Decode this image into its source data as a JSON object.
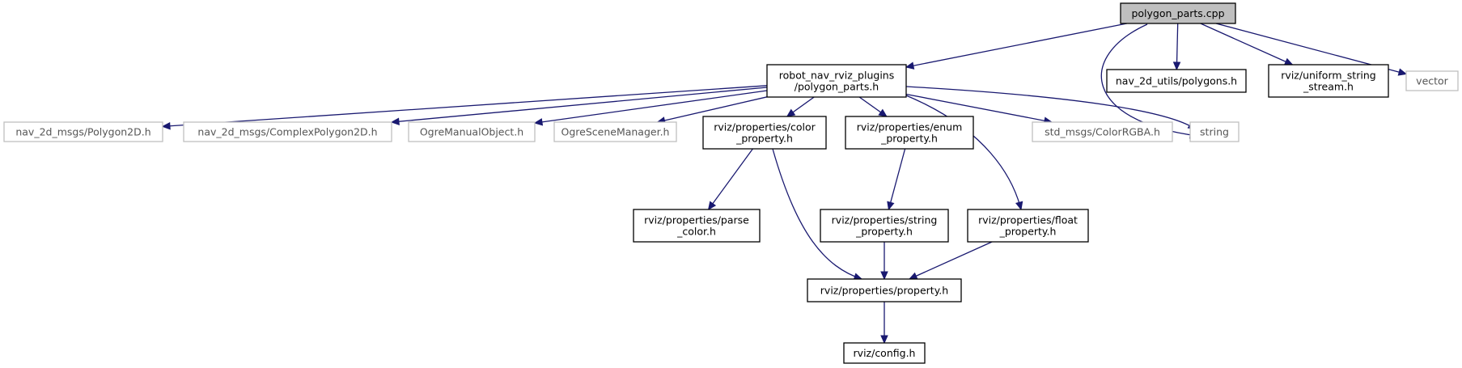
{
  "nodes": [
    {
      "id": "root",
      "lines": [
        "polygon_parts.cpp"
      ],
      "style": "root"
    },
    {
      "id": "plugins",
      "lines": [
        "robot_nav_rviz_plugins",
        "/polygon_parts.h"
      ],
      "style": "normal"
    },
    {
      "id": "polygons",
      "lines": [
        "nav_2d_utils/polygons.h"
      ],
      "style": "normal"
    },
    {
      "id": "uniform",
      "lines": [
        "rviz/uniform_string",
        "_stream.h"
      ],
      "style": "normal"
    },
    {
      "id": "vector",
      "lines": [
        "vector"
      ],
      "style": "external"
    },
    {
      "id": "polygon2d",
      "lines": [
        "nav_2d_msgs/Polygon2D.h"
      ],
      "style": "external"
    },
    {
      "id": "complexpoly",
      "lines": [
        "nav_2d_msgs/ComplexPolygon2D.h"
      ],
      "style": "external"
    },
    {
      "id": "ogremanual",
      "lines": [
        "OgreManualObject.h"
      ],
      "style": "external"
    },
    {
      "id": "ogrescene",
      "lines": [
        "OgreSceneManager.h"
      ],
      "style": "external"
    },
    {
      "id": "colorprop",
      "lines": [
        "rviz/properties/color",
        "_property.h"
      ],
      "style": "normal"
    },
    {
      "id": "enumprop",
      "lines": [
        "rviz/properties/enum",
        "_property.h"
      ],
      "style": "normal"
    },
    {
      "id": "colorrgba",
      "lines": [
        "std_msgs/ColorRGBA.h"
      ],
      "style": "external"
    },
    {
      "id": "string",
      "lines": [
        "string"
      ],
      "style": "external"
    },
    {
      "id": "parsecolor",
      "lines": [
        "rviz/properties/parse",
        "_color.h"
      ],
      "style": "normal"
    },
    {
      "id": "stringprop",
      "lines": [
        "rviz/properties/string",
        "_property.h"
      ],
      "style": "normal"
    },
    {
      "id": "floatprop",
      "lines": [
        "rviz/properties/float",
        "_property.h"
      ],
      "style": "normal"
    },
    {
      "id": "property",
      "lines": [
        "rviz/properties/property.h"
      ],
      "style": "normal"
    },
    {
      "id": "config",
      "lines": [
        "rviz/config.h"
      ],
      "style": "normal"
    }
  ],
  "edges": [
    {
      "from": "root",
      "to": "plugins"
    },
    {
      "from": "root",
      "to": "string"
    },
    {
      "from": "root",
      "to": "polygons"
    },
    {
      "from": "root",
      "to": "uniform"
    },
    {
      "from": "root",
      "to": "vector"
    },
    {
      "from": "plugins",
      "to": "polygon2d"
    },
    {
      "from": "plugins",
      "to": "complexpoly"
    },
    {
      "from": "plugins",
      "to": "ogremanual"
    },
    {
      "from": "plugins",
      "to": "ogrescene"
    },
    {
      "from": "plugins",
      "to": "colorprop"
    },
    {
      "from": "plugins",
      "to": "enumprop"
    },
    {
      "from": "plugins",
      "to": "floatprop"
    },
    {
      "from": "plugins",
      "to": "colorrgba"
    },
    {
      "from": "plugins",
      "to": "string"
    },
    {
      "from": "colorprop",
      "to": "parsecolor"
    },
    {
      "from": "colorprop",
      "to": "property"
    },
    {
      "from": "enumprop",
      "to": "stringprop"
    },
    {
      "from": "stringprop",
      "to": "property"
    },
    {
      "from": "floatprop",
      "to": "property"
    },
    {
      "from": "property",
      "to": "config"
    }
  ]
}
